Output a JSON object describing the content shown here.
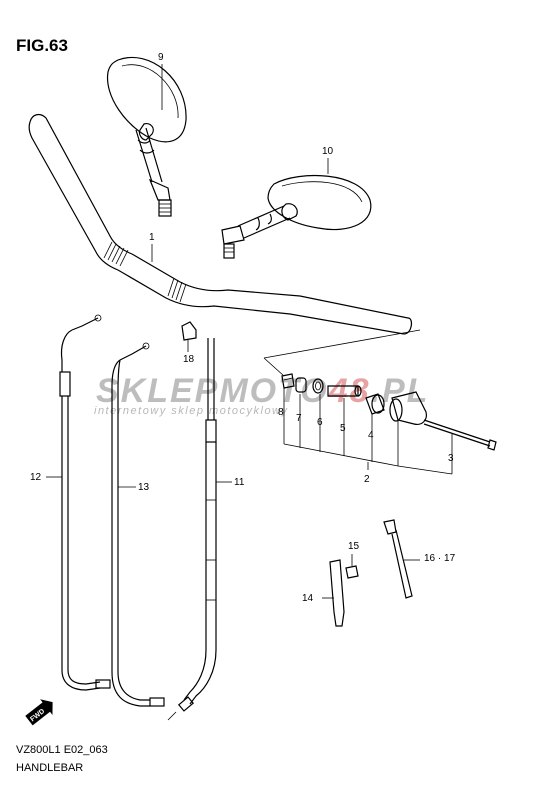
{
  "figure": {
    "title": "FIG.63",
    "model_code": "VZ800L1 E02_063",
    "name": "HANDLEBAR"
  },
  "watermark": {
    "brand_left": "SKLEPMOTO",
    "brand_highlight": "48",
    "brand_right": ".PL",
    "tagline": "internetowy sklep motocyklowy"
  },
  "direction_badge": "FWD",
  "callouts": {
    "handlebar": "1",
    "grip_weight": "2",
    "weight_bolt": "3",
    "weight_inner": "4",
    "spacer": "5",
    "ring": "6",
    "collar": "7",
    "nut": "8",
    "mirror_right": "9",
    "mirror_left": "10",
    "throttle_cable_1": "11",
    "clutch_cable": "12",
    "throttle_cable_2": "13",
    "bracket": "14",
    "bolt": "15",
    "clamp": "16 · 17",
    "clip": "18"
  },
  "colors": {
    "line": "#000000",
    "watermark_grey": "#bdbdbd",
    "watermark_red": "#e7a3a3"
  }
}
